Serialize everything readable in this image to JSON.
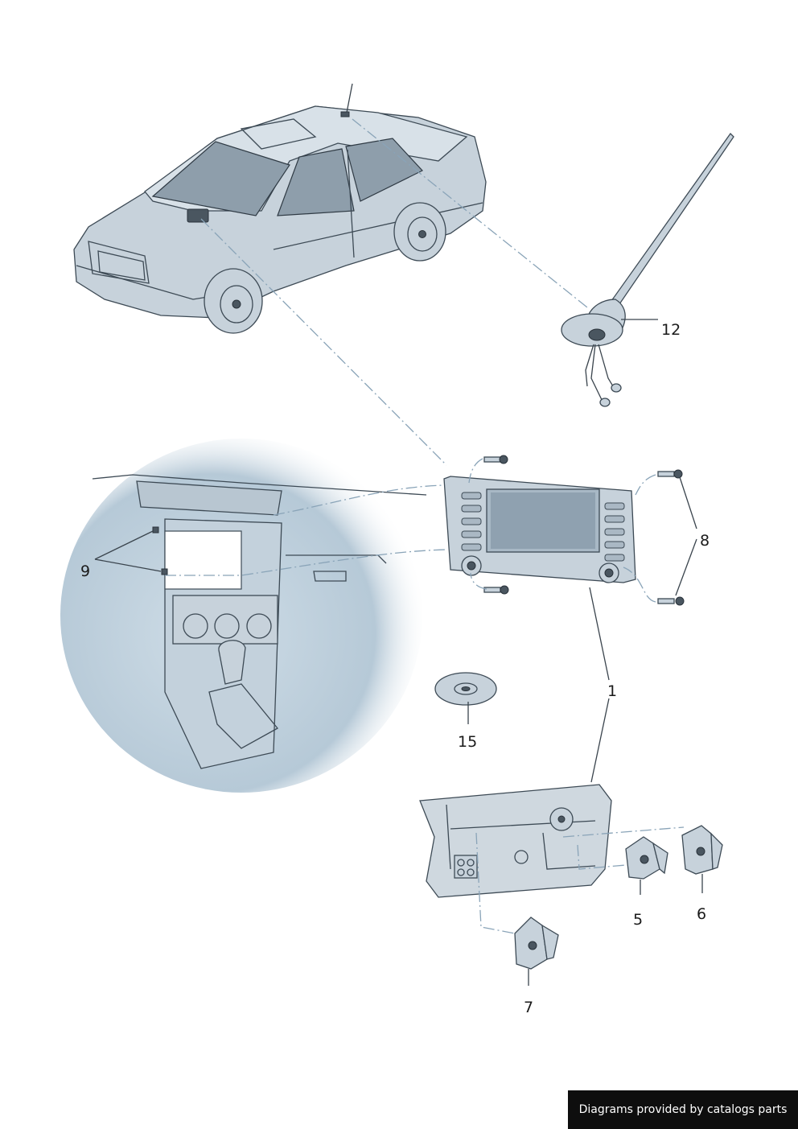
{
  "callouts": {
    "c12": "12",
    "c8": "8",
    "c9": "9",
    "c1": "1",
    "c15": "15",
    "c5": "5",
    "c6": "6",
    "c7": "7"
  },
  "footer": {
    "text": "Diagrams provided by catalogs parts"
  },
  "colors": {
    "outline": "#3d4a55",
    "part_fill": "#c7d2db",
    "interior_shade": "#bccdda",
    "dash_line": "#8aa4b8",
    "footer_bg": "#0e0e0e"
  }
}
